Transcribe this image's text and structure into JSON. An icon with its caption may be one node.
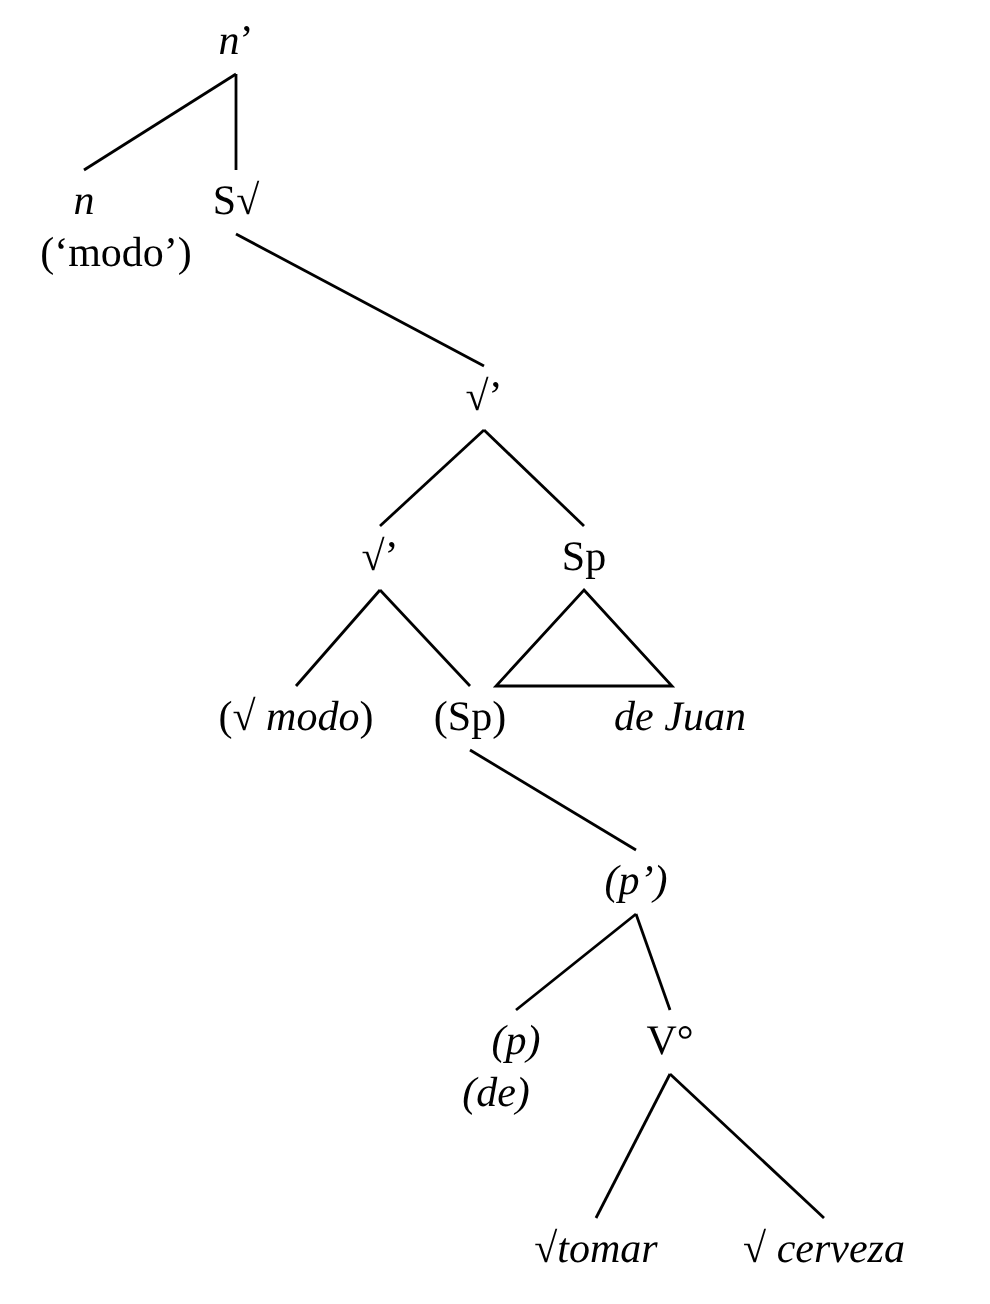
{
  "diagram": {
    "nodes": [
      {
        "text": [
          "*n*’"
        ]
      },
      {
        "text": [
          "*n*"
        ],
        "beside": [
          "(‘modo’)"
        ]
      },
      {
        "text": [
          "S√"
        ]
      },
      {
        "text": [
          "√’"
        ]
      },
      {
        "text": [
          "√’"
        ]
      },
      {
        "text": [
          "Sp"
        ]
      },
      {
        "text": [
          "(√ *modo*)"
        ]
      },
      {
        "text": [
          "(Sp)"
        ]
      },
      {
        "text": [
          "*de Juan*"
        ]
      },
      {
        "text": [
          "*(p’)*"
        ]
      },
      {
        "text": [
          "*(p)*"
        ],
        "beside": [
          "*(de)*"
        ]
      },
      {
        "text": [
          "V°"
        ]
      },
      {
        "text": [
          "√*tomar*"
        ]
      },
      {
        "text": [
          "√ *cerveza*"
        ]
      }
    ],
    "edges": [
      {
        "from": 0,
        "to": 1,
        "arrow": "none"
      },
      {
        "from": 0,
        "to": 2,
        "arrow": "none"
      },
      {
        "from": 2,
        "to": 3,
        "arrow": "none"
      },
      {
        "from": 3,
        "to": 4,
        "arrow": "none"
      },
      {
        "from": 3,
        "to": 5,
        "arrow": "none"
      },
      {
        "from": 4,
        "to": 6,
        "arrow": "none"
      },
      {
        "from": 4,
        "to": 7,
        "arrow": "none"
      },
      {
        "from": 5,
        "to": 8,
        "arrow": "none"
      },
      {
        "from": 7,
        "to": 9,
        "arrow": "none"
      },
      {
        "from": 9,
        "to": 10,
        "arrow": "none"
      },
      {
        "from": 9,
        "to": 11,
        "arrow": "none"
      },
      {
        "from": 11,
        "to": 12,
        "arrow": "none"
      },
      {
        "from": 11,
        "to": 13,
        "arrow": "none"
      }
    ]
  }
}
